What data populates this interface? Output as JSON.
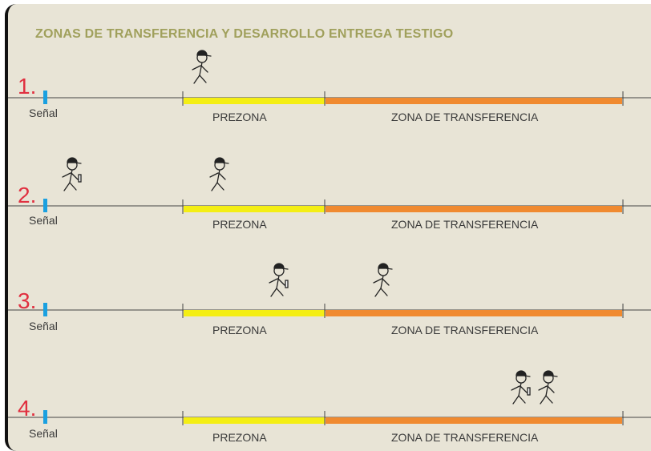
{
  "title": "ZONAS DE TRANSFERENCIA Y DESARROLLO ENTREGA TESTIGO",
  "rows": [
    {
      "number": "1.",
      "signal_label": "Señal",
      "prezone_label": "PREZONA",
      "transfer_label": "ZONA DE TRANSFERENCIA"
    },
    {
      "number": "2.",
      "signal_label": "Señal",
      "prezone_label": "PREZONA",
      "transfer_label": "ZONA DE TRANSFERENCIA"
    },
    {
      "number": "3.",
      "signal_label": "Señal",
      "prezone_label": "PREZONA",
      "transfer_label": "ZONA DE TRANSFERENCIA"
    },
    {
      "number": "4.",
      "signal_label": "Señal",
      "prezone_label": "PREZONA",
      "transfer_label": "ZONA DE TRANSFERENCIA"
    }
  ],
  "colors": {
    "prezone": "#f4ee14",
    "transfer_zone": "#f08a30",
    "signal_marker": "#1aa0e0",
    "number": "#e03040",
    "title": "#a0a05c"
  }
}
